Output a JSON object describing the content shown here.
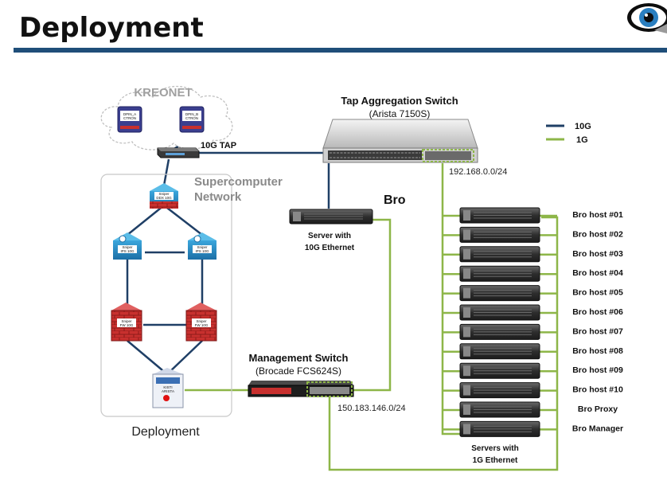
{
  "slide": {
    "title": "Deployment",
    "logo_icon": "eye-logo-icon",
    "colors": {
      "title_bar": "#1f4e79",
      "link_10g": "#1f3f66",
      "link_1g": "#8db648",
      "cloud_text": "#a0a0a0"
    }
  },
  "left_cluster": {
    "cloud_label": "KREONET",
    "dpin_a": [
      "DPIN_A",
      "CTRON"
    ],
    "dpin_b": [
      "DPIN_B",
      "CTRON"
    ],
    "tap_label": "10G TAP",
    "network_label_1": "Supercomputer",
    "network_label_2": "Network",
    "ddx": [
      "Sniper",
      "DDX 10G"
    ],
    "ips_left": [
      "Sniper",
      "IPS 10G"
    ],
    "ips_right": [
      "Sniper",
      "IPS 10G"
    ],
    "fw_left": [
      "Sniper",
      "FW 10G"
    ],
    "fw_right": [
      "Sniper",
      "FW 10G"
    ],
    "arista": [
      "KISTI",
      "ARISTA"
    ],
    "caption": "Deployment"
  },
  "tap_switch": {
    "title": "Tap Aggregation Switch",
    "model": "(Arista 7150S)",
    "subnet": "192.168.0.0/24"
  },
  "legend": {
    "label_10g": "10G",
    "label_1g": "1G"
  },
  "bro_server": {
    "heading": "Bro",
    "caption_1": "Server with",
    "caption_2": "10G Ethernet"
  },
  "mgmt_switch": {
    "title": "Management Switch",
    "model": "(Brocade FCS624S)",
    "subnet": "150.183.146.0/24"
  },
  "bro_hosts": {
    "labels": [
      "Bro host #01",
      "Bro host #02",
      "Bro host #03",
      "Bro host #04",
      "Bro host #05",
      "Bro host #06",
      "Bro host #07",
      "Bro host #08",
      "Bro host #09",
      "Bro host #10",
      "Bro Proxy",
      "Bro Manager"
    ],
    "caption_1": "Servers with",
    "caption_2": "1G Ethernet"
  }
}
